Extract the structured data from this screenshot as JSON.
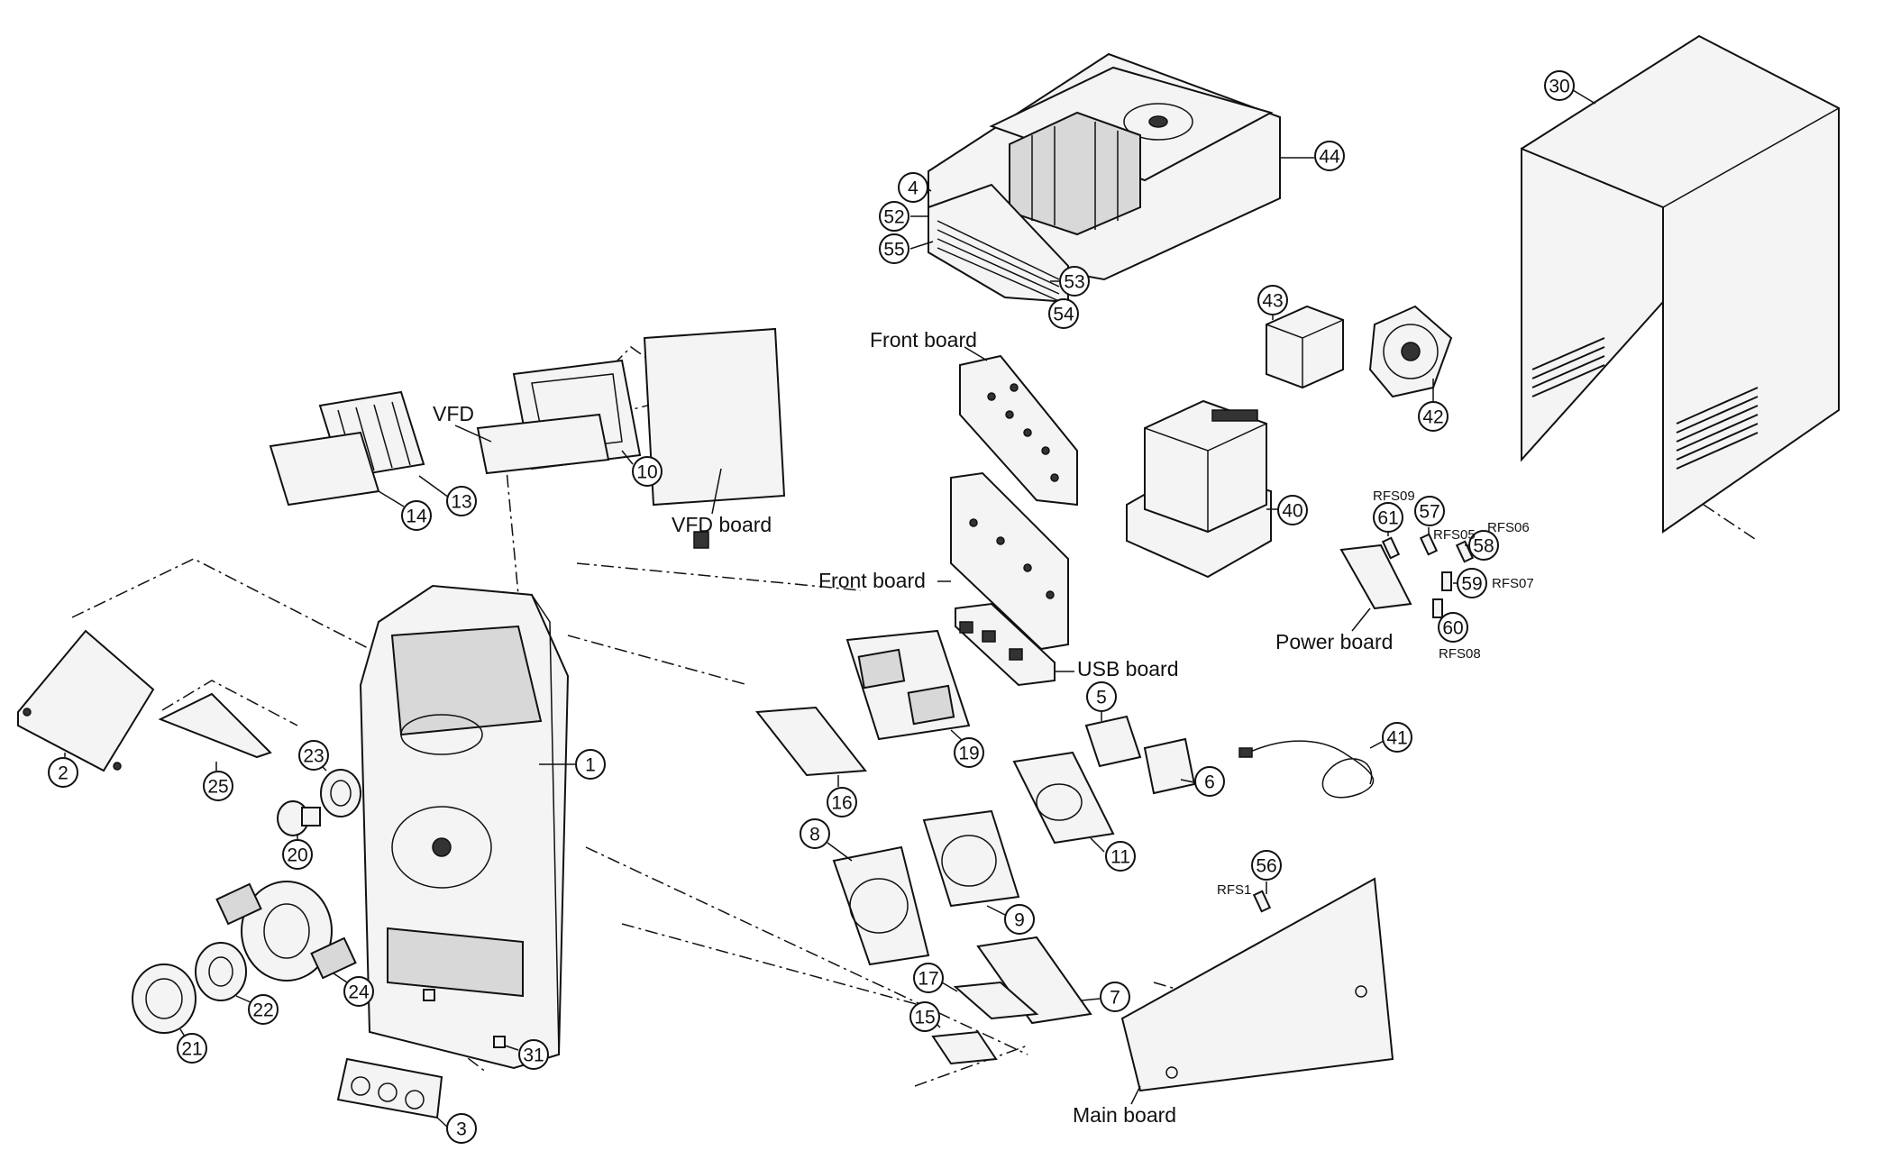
{
  "labels": {
    "front_board_top": "Front board",
    "front_board_mid": "Front board",
    "vfd": "VFD",
    "vfd_board": "VFD board",
    "usb_board": "USB board",
    "power_board": "Power board",
    "main_board": "Main board",
    "rfs09": "RFS09",
    "rfs05": "RFS05",
    "rfs06": "RFS06",
    "rfs07": "RFS07",
    "rfs08": "RFS08",
    "rfs1": "RFS1"
  },
  "callouts": {
    "c1": "1",
    "c2": "2",
    "c3": "3",
    "c4": "4",
    "c5": "5",
    "c6": "6",
    "c7": "7",
    "c8": "8",
    "c9": "9",
    "c10": "10",
    "c11": "11",
    "c13": "13",
    "c14": "14",
    "c15": "15",
    "c16": "16",
    "c17": "17",
    "c19": "19",
    "c20": "20",
    "c21": "21",
    "c22": "22",
    "c23": "23",
    "c24": "24",
    "c25": "25",
    "c30": "30",
    "c31": "31",
    "c40": "40",
    "c41": "41",
    "c42": "42",
    "c43": "43",
    "c44": "44",
    "c52": "52",
    "c53": "53",
    "c54": "54",
    "c55": "55",
    "c56": "56",
    "c57": "57",
    "c58": "58",
    "c59": "59",
    "c60": "60",
    "c61": "61"
  }
}
